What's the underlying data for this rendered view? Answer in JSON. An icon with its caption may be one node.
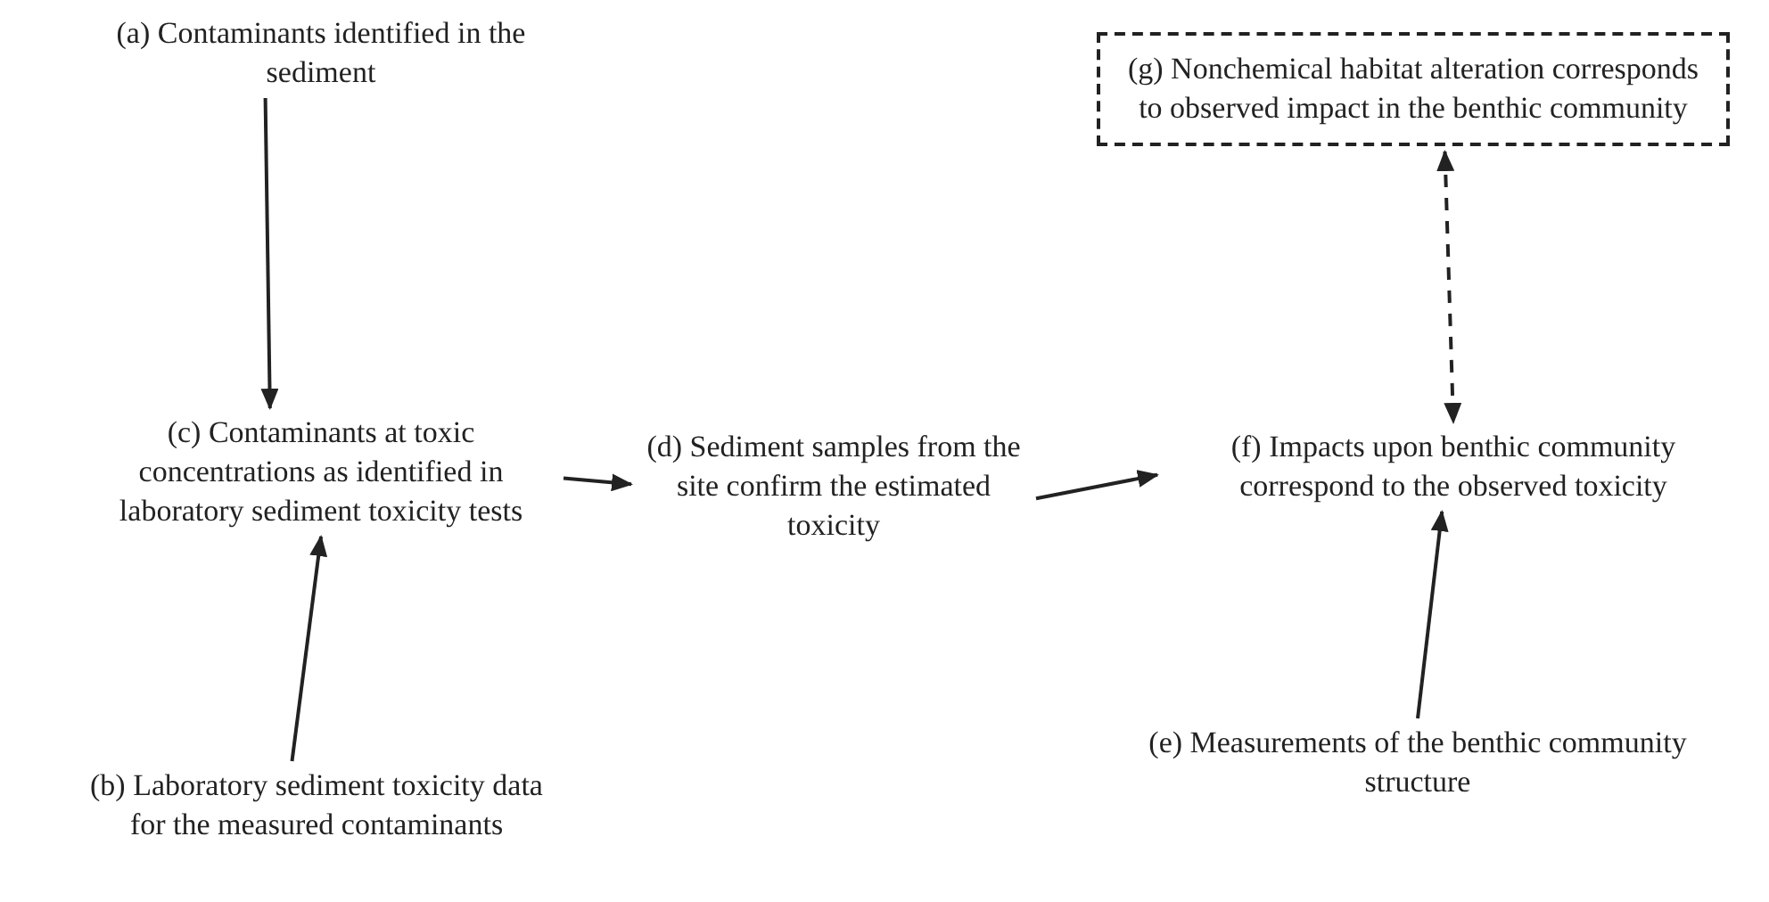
{
  "diagram": {
    "nodes": [
      {
        "text": [
          "(a) Contaminants identified in the sediment"
        ]
      },
      {
        "text": [
          "(c) Contaminants at toxic concentrations as identified in laboratory sediment toxicity tests"
        ]
      },
      {
        "text": [
          "(b) Laboratory sediment toxicity data for the measured contaminants"
        ]
      },
      {
        "text": [
          "(d) Sediment samples from the site confirm the estimated toxicity"
        ]
      },
      {
        "text": [
          "(g) Nonchemical habitat alteration corresponds to observed impact in the benthic community"
        ]
      },
      {
        "text": [
          "(f) Impacts upon benthic community correspond to the observed toxicity"
        ]
      },
      {
        "text": [
          "(e) Measurements of the benthic community structure"
        ]
      }
    ],
    "edges": [
      {
        "from": 0,
        "to": 1,
        "arrow": "to"
      },
      {
        "from": 2,
        "to": 1,
        "arrow": "to"
      },
      {
        "from": 1,
        "to": 3,
        "arrow": "to"
      },
      {
        "from": 3,
        "to": 5,
        "arrow": "to"
      },
      {
        "from": 4,
        "to": 5,
        "arrow": "both",
        "style": "dashed"
      },
      {
        "from": 6,
        "to": 5,
        "arrow": "to"
      }
    ]
  }
}
